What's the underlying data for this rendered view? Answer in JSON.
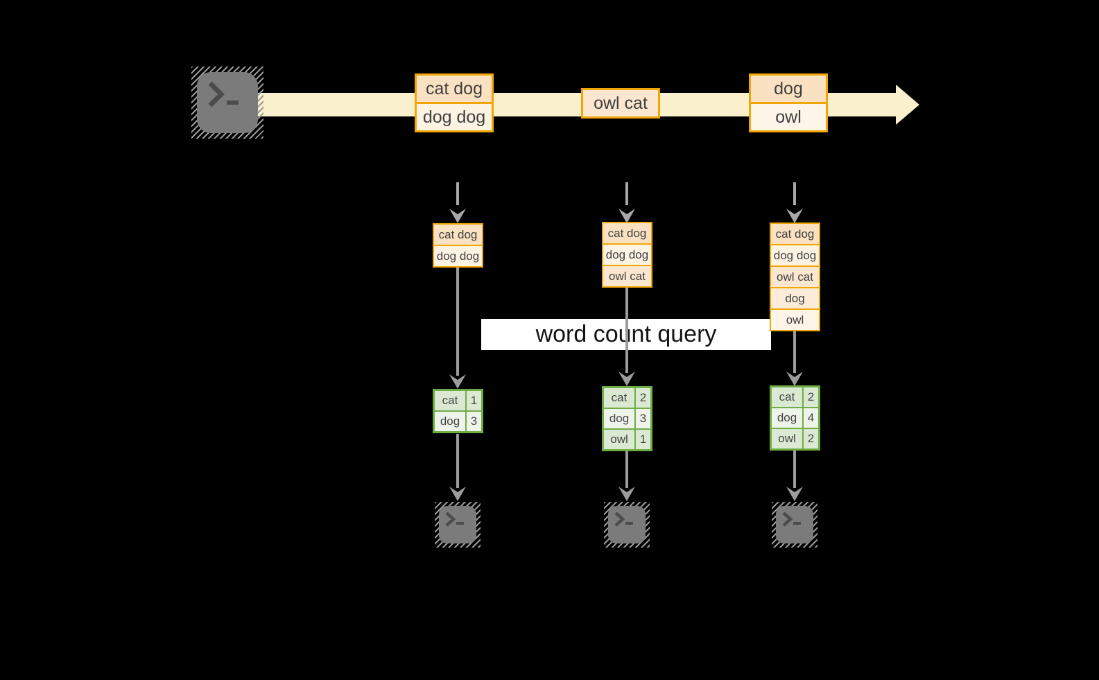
{
  "background_color": "#000000",
  "palette": {
    "stream": "#FBF0CE",
    "gold_border": "#F2A603",
    "peach_fill": "#FAE1C2",
    "cream_fill": "#FDF3E3",
    "green_border": "#6FAE44",
    "green_dark_fill": "#DCE9D2",
    "green_light_fill": "#EFF4EB",
    "arrow_gray": "#9C9C9C",
    "terminal_gray": "#7B7B7B",
    "query_band_bg": "#FFFFFF"
  },
  "source": {
    "icon": "terminal-icon"
  },
  "stream_events": [
    {
      "rows": [
        "cat dog",
        "dog dog"
      ]
    },
    {
      "rows": [
        "owl cat"
      ]
    },
    {
      "rows": [
        "dog",
        "owl"
      ]
    }
  ],
  "query": {
    "label": "word count query"
  },
  "columns": [
    {
      "buffer_rows": [
        "cat dog",
        "dog dog"
      ],
      "counts": [
        {
          "word": "cat",
          "count": "1"
        },
        {
          "word": "dog",
          "count": "3"
        }
      ]
    },
    {
      "buffer_rows": [
        "cat dog",
        "dog dog",
        "owl cat"
      ],
      "counts": [
        {
          "word": "cat",
          "count": "2"
        },
        {
          "word": "dog",
          "count": "3"
        },
        {
          "word": "owl",
          "count": "1"
        }
      ]
    },
    {
      "buffer_rows": [
        "cat dog",
        "dog dog",
        "owl cat",
        "dog",
        "owl"
      ],
      "counts": [
        {
          "word": "cat",
          "count": "2"
        },
        {
          "word": "dog",
          "count": "4"
        },
        {
          "word": "owl",
          "count": "2"
        }
      ]
    }
  ]
}
